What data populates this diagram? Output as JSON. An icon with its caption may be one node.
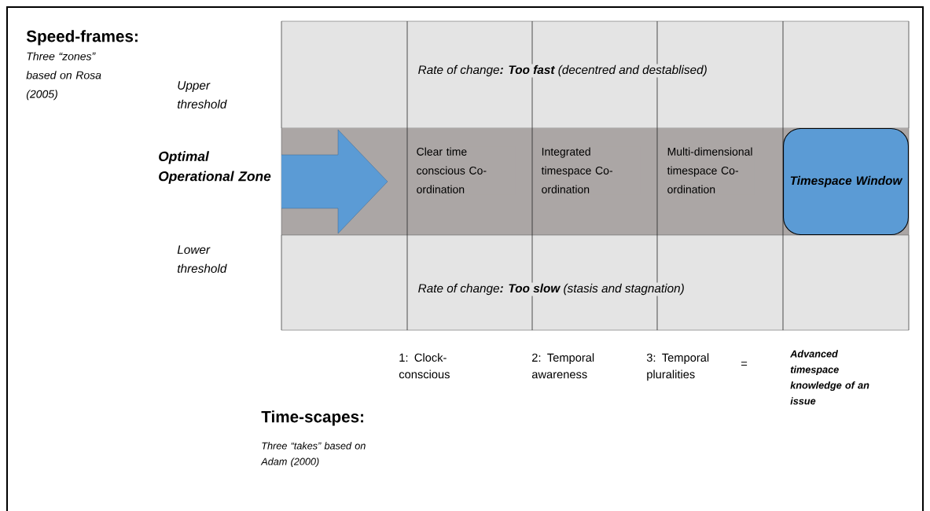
{
  "diagram": {
    "nodes": [
      {
        "text": [
          "Rate of change**: Too fast** (decentred and destablised)"
        ]
      },
      {
        "text": [
          "Clear time conscious Co-ordination"
        ]
      },
      {
        "text": [
          "Integrated timespace Co-ordination"
        ]
      },
      {
        "text": [
          "Multi-dimensional timespace Co-ordination"
        ]
      },
      {
        "text": [
          "Timespace Window"
        ]
      },
      {
        "text": [
          "Rate of change**: Too slow** (stasis and stagnation)"
        ]
      }
    ],
    "labels": [
      "Speed-frames:",
      "Three “zones” based on Rosa (2005)",
      "Upper threshold",
      "Optimal Operational Zone",
      "Lower threshold",
      "1: Clock-conscious",
      "2: Temporal awareness",
      "3: Temporal pluralities",
      "=",
      "Advanced timespace knowledge of an issue",
      "Time-scapes:",
      "Three “takes” based on Adam (2000)"
    ]
  }
}
